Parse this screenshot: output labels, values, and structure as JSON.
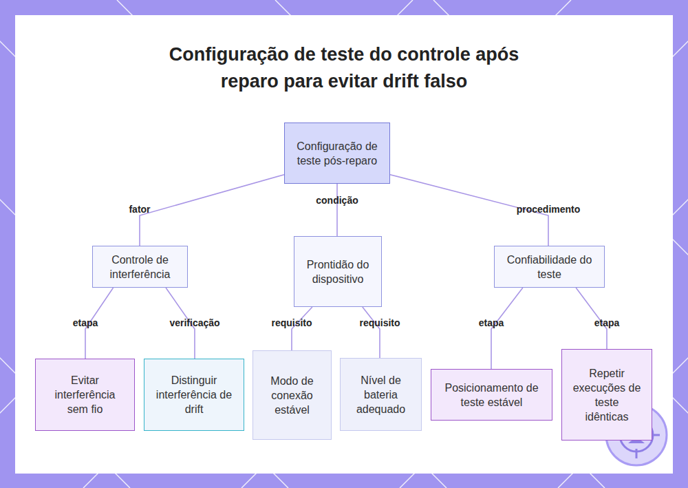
{
  "diagram": {
    "title": "Configuração de teste do controle após reparo para evitar drift falso",
    "nodes": [
      {
        "text": [
          "Configuração de teste pós-reparo"
        ]
      },
      {
        "text": [
          "Controle de interferência"
        ]
      },
      {
        "text": [
          "Prontidão do dispositivo"
        ]
      },
      {
        "text": [
          "Confiabilidade do teste"
        ]
      },
      {
        "text": [
          "Evitar interferência sem fio"
        ]
      },
      {
        "text": [
          "Distinguir interferência de drift"
        ]
      },
      {
        "text": [
          "Modo de conexão estável"
        ]
      },
      {
        "text": [
          "Nível de bateria adequado"
        ]
      },
      {
        "text": [
          "Posicionamento de teste estável"
        ]
      },
      {
        "text": [
          "Repetir execuções de teste idênticas"
        ]
      }
    ],
    "edges": [
      {
        "from": 0,
        "to": 1,
        "label": "fator",
        "arrow": "none"
      },
      {
        "from": 0,
        "to": 2,
        "label": "condição",
        "arrow": "none"
      },
      {
        "from": 0,
        "to": 3,
        "label": "procedimento",
        "arrow": "none"
      },
      {
        "from": 1,
        "to": 4,
        "label": "etapa",
        "arrow": "none"
      },
      {
        "from": 1,
        "to": 5,
        "label": "verificação",
        "arrow": "none"
      },
      {
        "from": 2,
        "to": 6,
        "label": "requisito",
        "arrow": "none"
      },
      {
        "from": 2,
        "to": 7,
        "label": "requisito",
        "arrow": "none"
      },
      {
        "from": 3,
        "to": 8,
        "label": "etapa",
        "arrow": "none"
      },
      {
        "from": 3,
        "to": 9,
        "label": "etapa",
        "arrow": "none"
      }
    ]
  }
}
